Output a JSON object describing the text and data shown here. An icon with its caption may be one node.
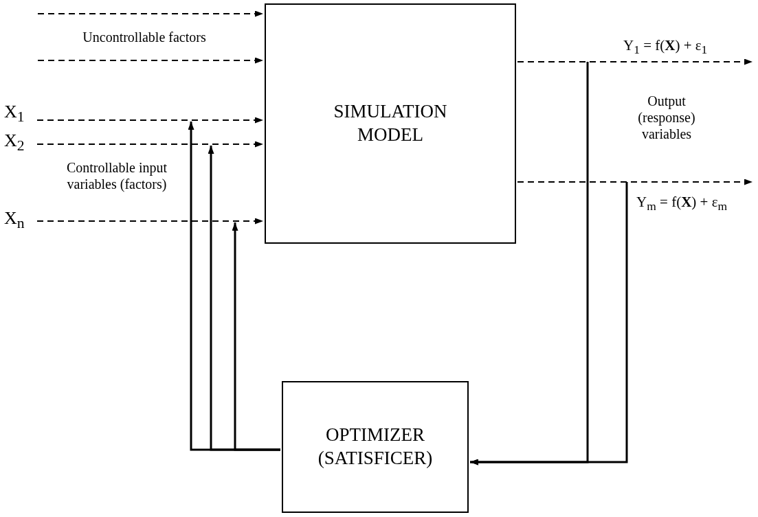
{
  "diagram": {
    "nodes": [
      {
        "text": [
          "SIMULATION MODEL"
        ]
      },
      {
        "text": [
          "OPTIMIZER (SATISFICER)"
        ]
      },
      {
        "text": [
          "X$_{1}$"
        ]
      },
      {
        "text": [
          "X$_{2}$"
        ]
      },
      {
        "text": [
          "X$_{n}$"
        ]
      }
    ],
    "edges": [
      {
        "from": null,
        "to": 0,
        "arrow": "to",
        "style": "dashed"
      },
      {
        "from": null,
        "to": 0,
        "arrow": "to",
        "style": "dashed"
      },
      {
        "from": 2,
        "to": 0,
        "arrow": "to",
        "style": "dashed"
      },
      {
        "from": 3,
        "to": 0,
        "arrow": "to",
        "style": "dashed"
      },
      {
        "from": 4,
        "to": 0,
        "arrow": "to",
        "style": "dashed"
      },
      {
        "from": 0,
        "to": null,
        "arrow": "to",
        "style": "dashed",
        "label": "Y$_{1}$ = f(**X**) + ε$_{1}$"
      },
      {
        "from": 0,
        "to": null,
        "arrow": "to",
        "style": "dashed",
        "label": "Y$_{m}$ = f(**X**) + ε$_{m}$"
      },
      {
        "from": null,
        "to": 1,
        "arrow": "to"
      },
      {
        "from": null,
        "to": 1,
        "arrow": "to"
      },
      {
        "from": 1,
        "to": null,
        "arrow": "to"
      },
      {
        "from": 1,
        "to": null,
        "arrow": "to"
      },
      {
        "from": 1,
        "to": null,
        "arrow": "to"
      }
    ],
    "labels": [
      "Uncontrollable factors",
      "Output (response) variables",
      "Controllable input variables (factors)"
    ]
  }
}
